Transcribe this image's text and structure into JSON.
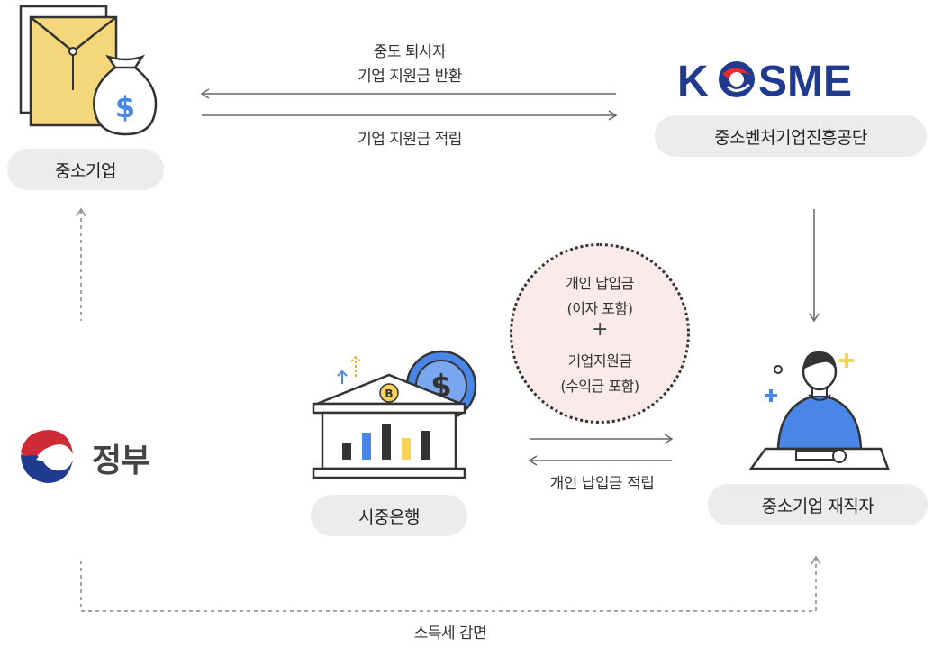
{
  "nodes": {
    "sme": "중소기업",
    "kosme_name": "중소벤처기업진흥공단",
    "government": "정부",
    "bank": "시중은행",
    "employee": "중소기업 재직자"
  },
  "logo": {
    "kosme_text": "KOSME",
    "kosme_color": "#1f3a8f",
    "kosme_swirl": "#e62e2d"
  },
  "arrows": {
    "return_line1": "중도 퇴사자",
    "return_line2": "기업 지원금 반환",
    "contribution": "기업 지원금 적립",
    "personal_contribution": "개인 납입금 적립",
    "tax": "소득세 감면"
  },
  "circle": {
    "line1": "개인 납입금",
    "line2": "(이자 포함)",
    "plus": "+",
    "line3": "기업지원금",
    "line4": "(수익금 포함)"
  },
  "colors": {
    "pill_bg": "#ececec",
    "circle_bg": "#fbeaea",
    "arrow": "#666666",
    "accent_blue": "#4a86e8",
    "accent_yellow": "#f6d35a"
  },
  "icons": {
    "sme": "envelope-moneybag-icon",
    "kosme": "kosme-logo",
    "government": "korea-emblem-icon",
    "bank": "bank-building-icon",
    "employee": "office-worker-icon"
  }
}
